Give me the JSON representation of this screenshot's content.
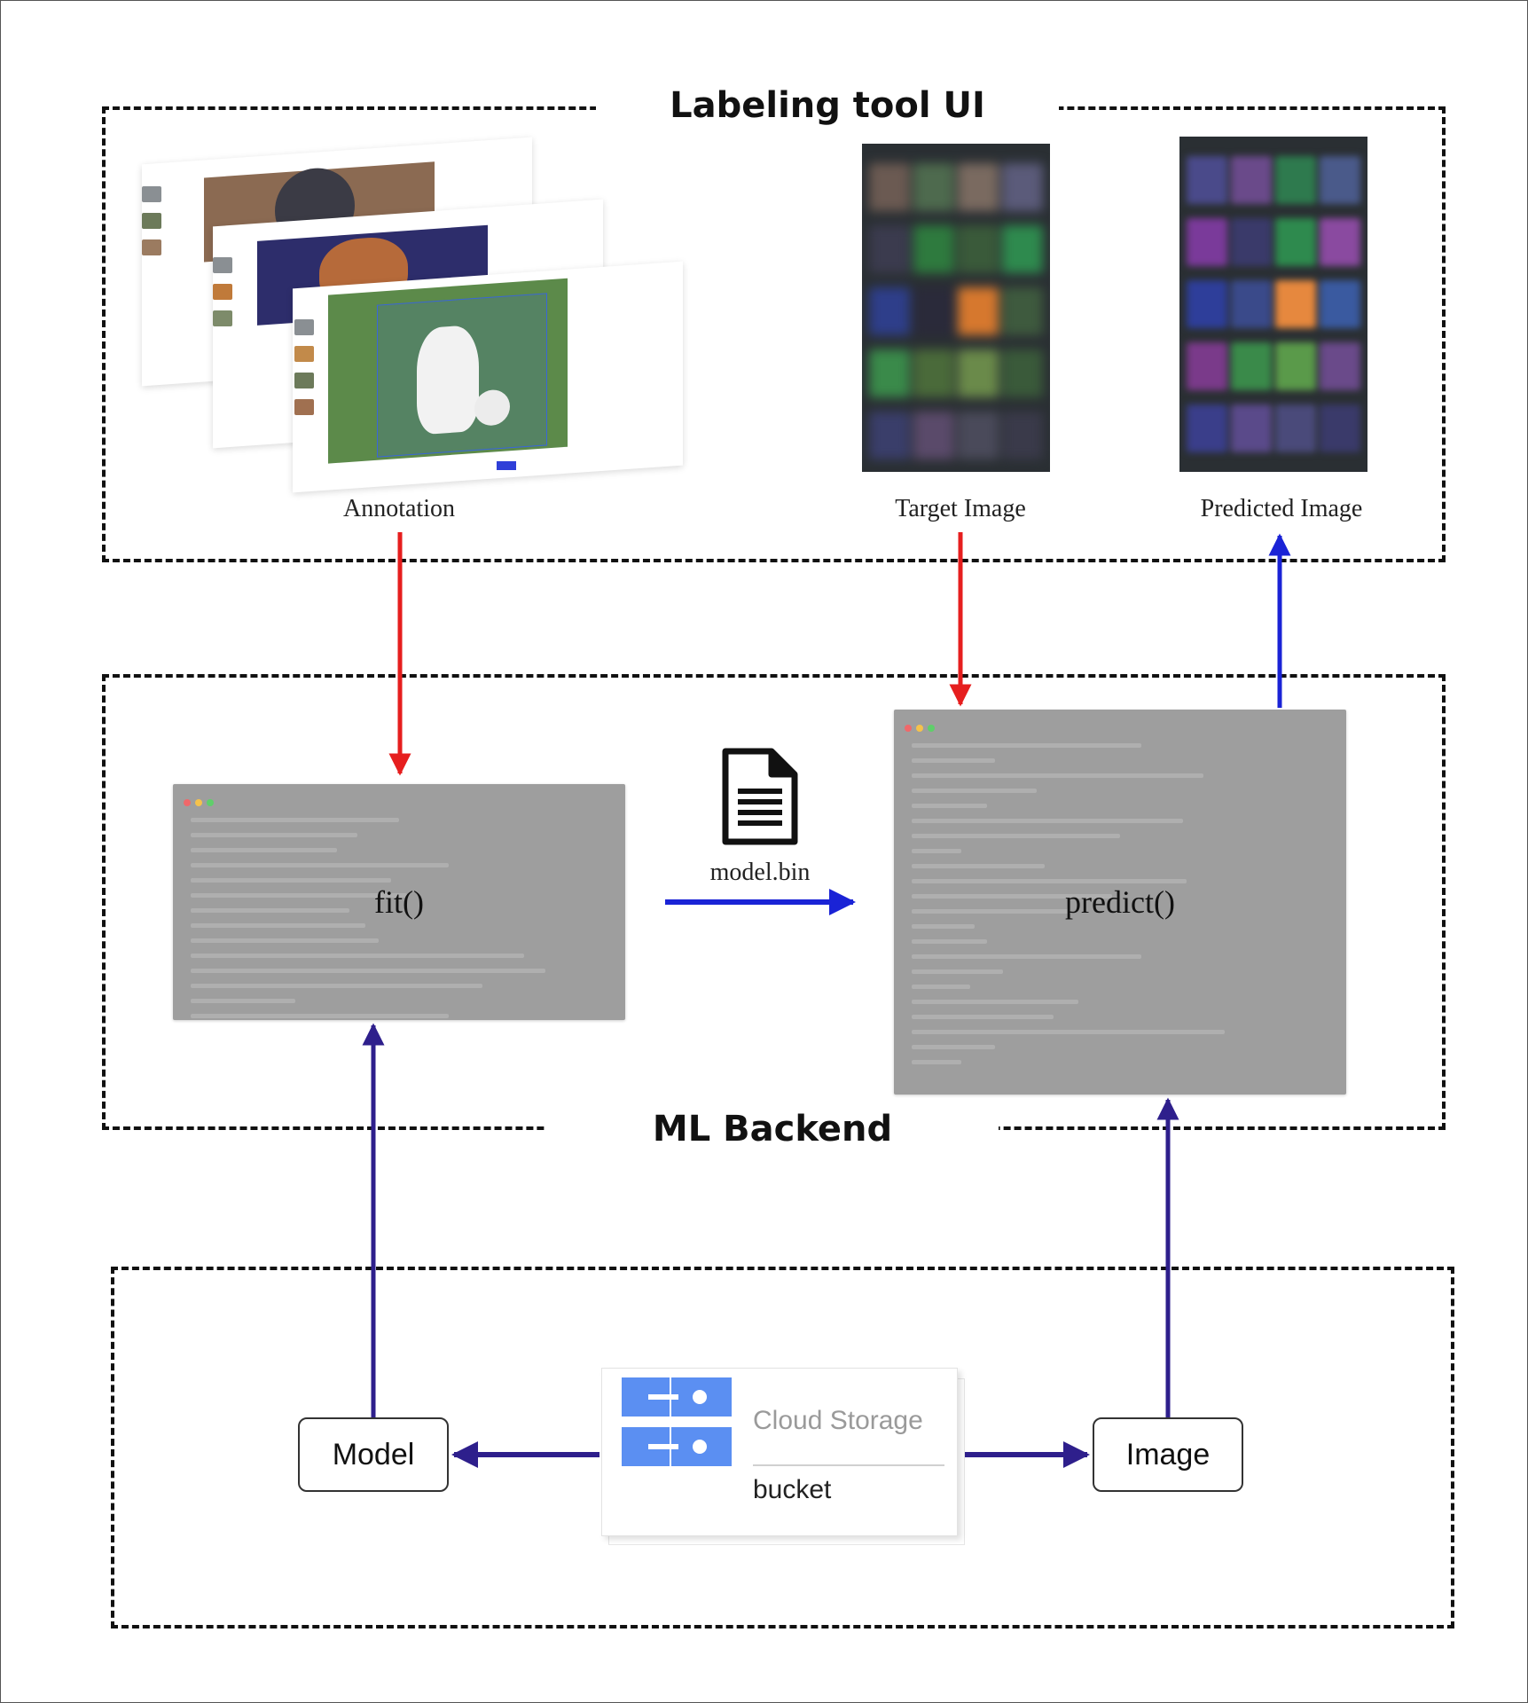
{
  "sections": {
    "labeling": {
      "title": "Labeling tool UI"
    },
    "backend": {
      "title": "ML Backend"
    }
  },
  "captions": {
    "annotation": "Annotation",
    "target": "Target Image",
    "predicted": "Predicted Image"
  },
  "backend": {
    "fit_label": "fit()",
    "predict_label": "predict()",
    "model_file": "model.bin"
  },
  "storage": {
    "nodes": {
      "model": "Model",
      "image": "Image"
    },
    "service": "Cloud Storage",
    "bucket": "bucket"
  },
  "colors": {
    "annotation_arrow": "#e61e1e",
    "prediction_arrow": "#1a23d6",
    "storage_arrow": "#2e1f8c",
    "storage_icon": "#5b8ff2"
  },
  "icons": {
    "model_file": "document-icon",
    "storage": "storage-server-icon"
  }
}
